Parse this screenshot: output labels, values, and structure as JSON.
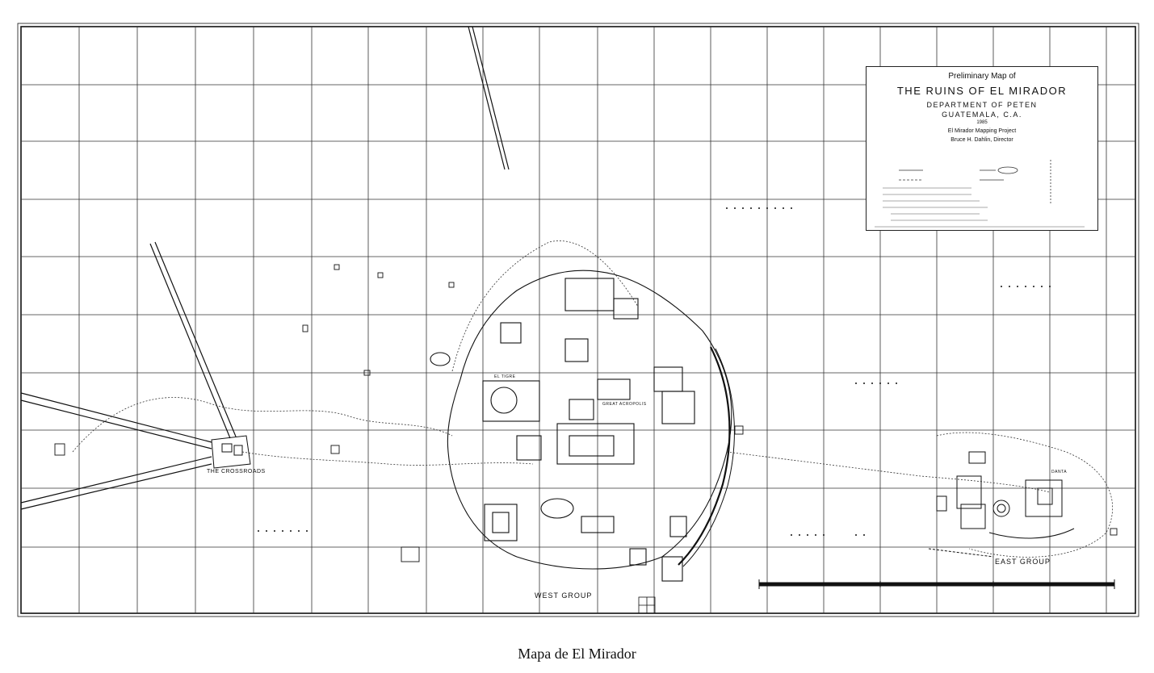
{
  "title_block": {
    "line1": "Preliminary Map of",
    "line2": "THE RUINS OF EL MIRADOR",
    "line3": "DEPARTMENT OF PETEN",
    "line4": "GUATEMALA, C.A.",
    "line5": "1985",
    "line6": "El Mirador Mapping Project",
    "line7": "Bruce H. Dahlin, Director"
  },
  "labels": {
    "crossroads": "THE CROSSROADS",
    "west_group": "WEST GROUP",
    "east_group": "EAST GROUP",
    "el_tigre": "EL TIGRE",
    "great_acropolis": "GREAT ACROPOLIS",
    "danta": "DANTA"
  },
  "caption": "Mapa de El Mirador",
  "colors": {
    "ink": "#111111",
    "paper": "#ffffff"
  }
}
